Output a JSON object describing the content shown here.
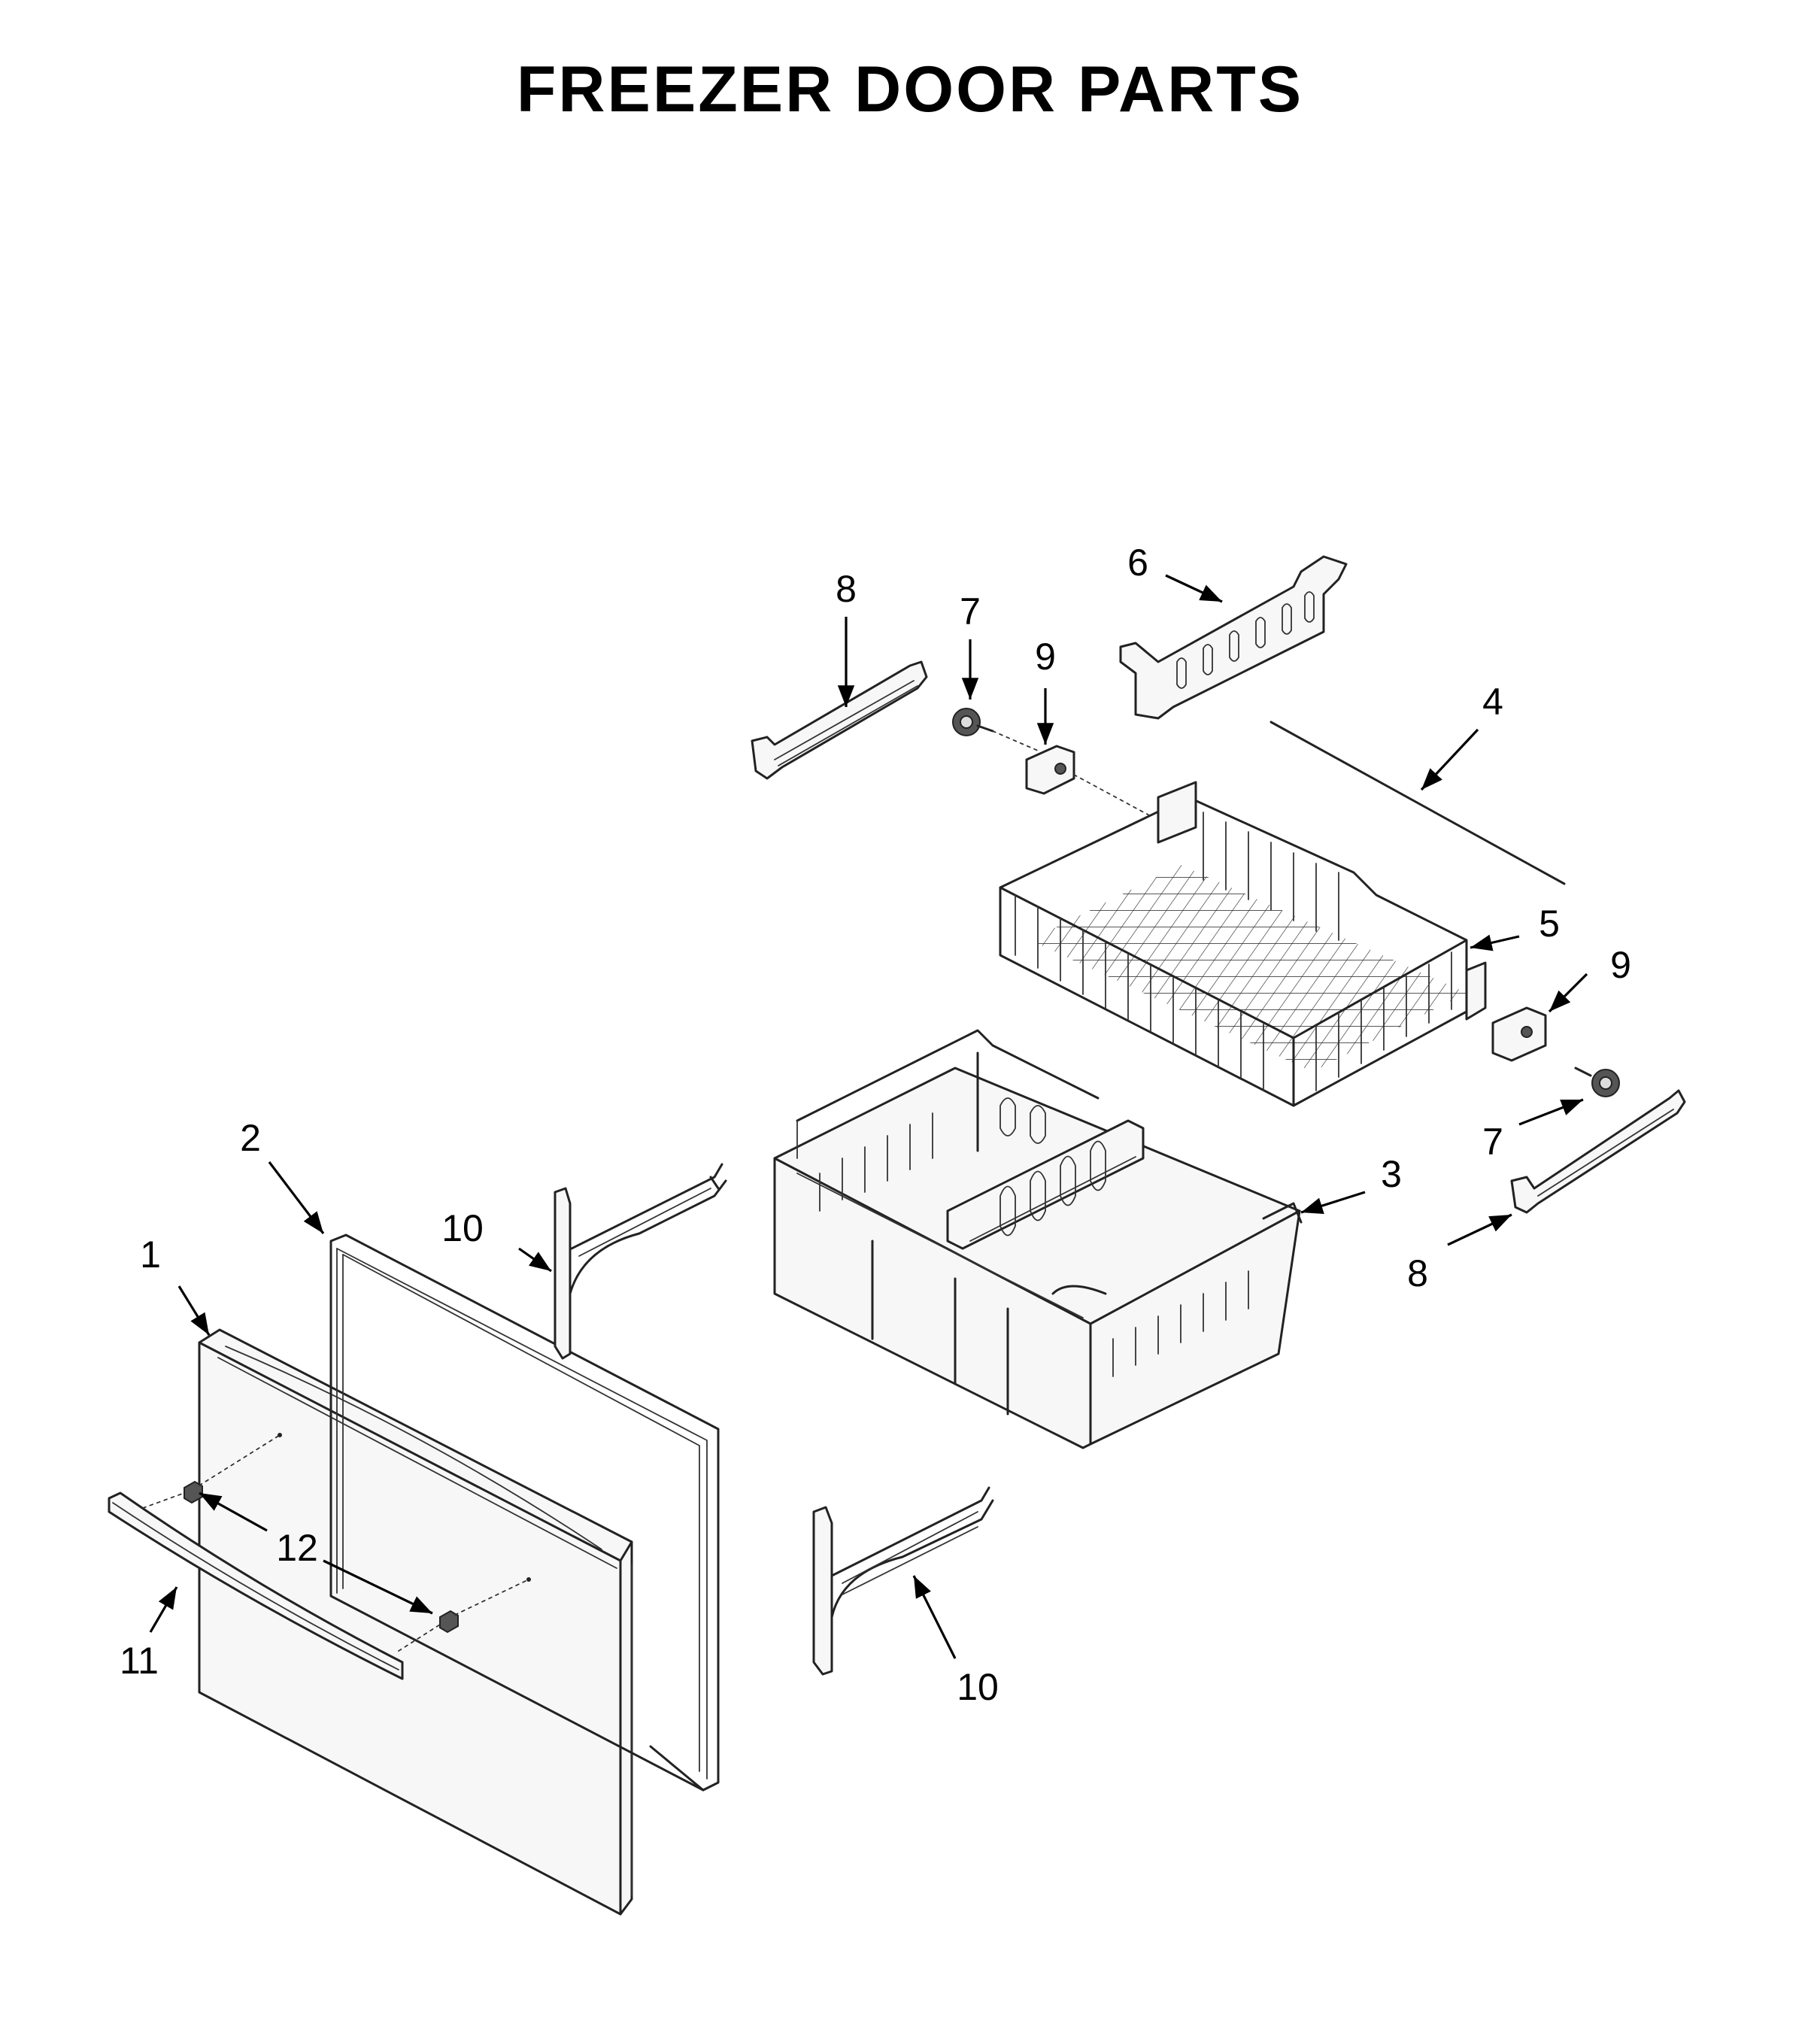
{
  "title": "FREEZER DOOR PARTS",
  "callouts": [
    {
      "label": "1"
    },
    {
      "label": "2"
    },
    {
      "label": "3"
    },
    {
      "label": "4"
    },
    {
      "label": "5"
    },
    {
      "label": "6"
    },
    {
      "label": "7"
    },
    {
      "label": "7"
    },
    {
      "label": "8"
    },
    {
      "label": "8"
    },
    {
      "label": "9"
    },
    {
      "label": "9"
    },
    {
      "label": "10"
    },
    {
      "label": "10"
    },
    {
      "label": "11"
    },
    {
      "label": "12"
    }
  ]
}
